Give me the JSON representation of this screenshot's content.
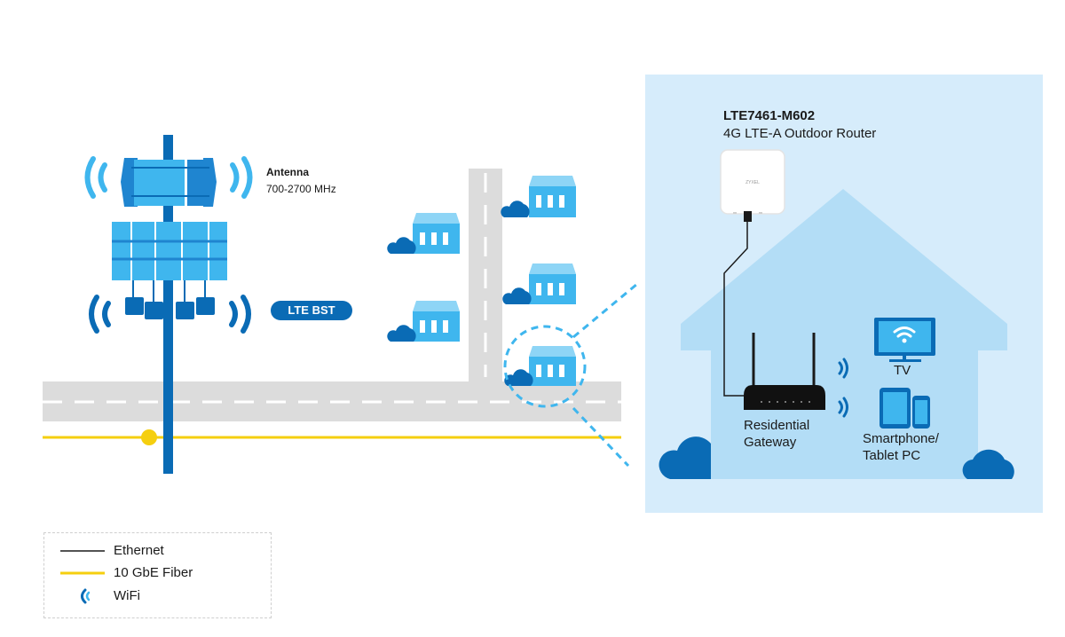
{
  "antenna": {
    "title": "Antenna",
    "frequency": "700-2700 MHz"
  },
  "base_station": {
    "label": "LTE BST"
  },
  "router": {
    "model": "LTE7461-M602",
    "description": "4G LTE-A Outdoor Router",
    "brand": "ZYXEL"
  },
  "home": {
    "gateway_label": "Residential Gateway",
    "tv_label": "TV",
    "devices_label": "Smartphone/ Tablet PC"
  },
  "legend": {
    "items": [
      {
        "label": "Ethernet",
        "color": "#1a1a1a"
      },
      {
        "label": "10 GbE Fiber",
        "color": "#f5cf0f"
      },
      {
        "label": "WiFi",
        "color": "#0a6bb5"
      }
    ]
  },
  "colors": {
    "primary_blue": "#0a6bb5",
    "light_blue": "#3fb6ee",
    "house_bg": "#d6ecfb",
    "house": "#b3ddf6",
    "road": "#dcdcdc",
    "fiber": "#f5cf0f"
  }
}
